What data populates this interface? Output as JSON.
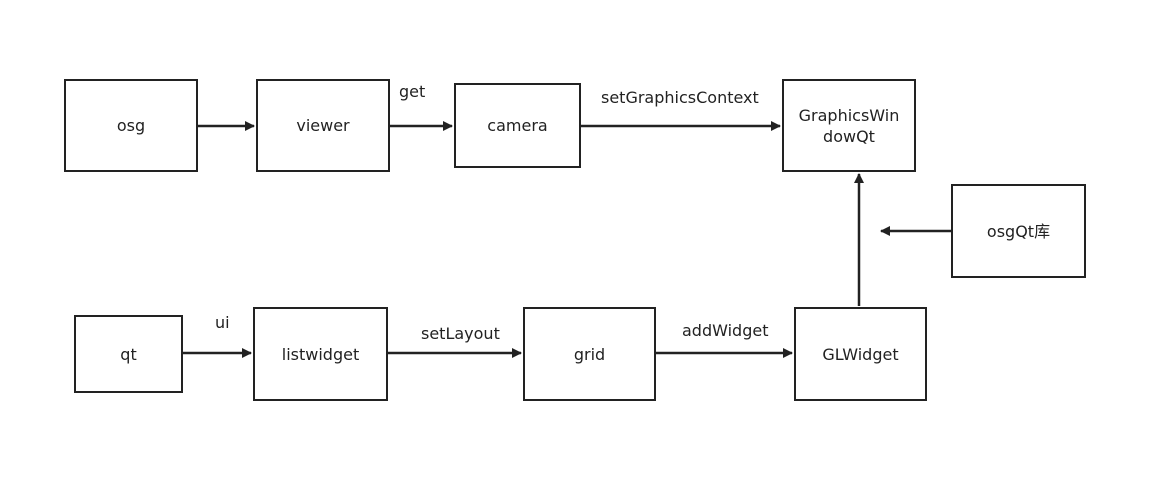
{
  "diagram": {
    "nodes": {
      "osg": "osg",
      "viewer": "viewer",
      "camera": "camera",
      "graphics_window_qt_line1": "GraphicsWin",
      "graphics_window_qt_line2": "dowQt",
      "osgqt_lib": "osgQt库",
      "qt": "qt",
      "listwidget": "listwidget",
      "grid": "grid",
      "glwidget": "GLWidget"
    },
    "edge_labels": {
      "viewer_to_camera": "get",
      "camera_to_graphics_window": "setGraphicsContext",
      "qt_to_listwidget": "ui",
      "listwidget_to_grid": "setLayout",
      "grid_to_glwidget": "addWidget"
    },
    "colors": {
      "stroke": "#222222",
      "background": "#ffffff"
    }
  }
}
